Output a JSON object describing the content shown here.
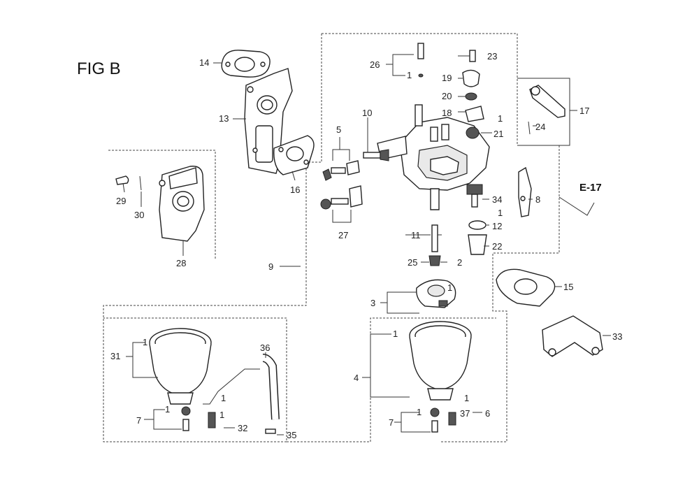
{
  "title": "FIG B",
  "reference": "E-17",
  "labels": {
    "l1a": "1",
    "l1b": "1",
    "l1c": "1",
    "l1d": "1",
    "l1e": "1",
    "l1f": "1",
    "l1g": "1",
    "l1h": "1",
    "l1i": "1",
    "l1j": "1",
    "l1k": "1",
    "l2": "2",
    "l3": "3",
    "l4": "4",
    "l5": "5",
    "l6": "6",
    "l7a": "7",
    "l7b": "7",
    "l8": "8",
    "l9": "9",
    "l10": "10",
    "l11": "11",
    "l12": "12",
    "l13": "13",
    "l14": "14",
    "l15": "15",
    "l16": "16",
    "l17": "17",
    "l18": "18",
    "l19": "19",
    "l20": "20",
    "l21": "21",
    "l22": "22",
    "l23": "23",
    "l24": "24",
    "l25": "25",
    "l26": "26",
    "l27": "27",
    "l28": "28",
    "l29": "29",
    "l30": "30",
    "l31": "31",
    "l32": "32",
    "l33": "33",
    "l34": "34",
    "l35": "35",
    "l36": "36",
    "l37": "37"
  }
}
